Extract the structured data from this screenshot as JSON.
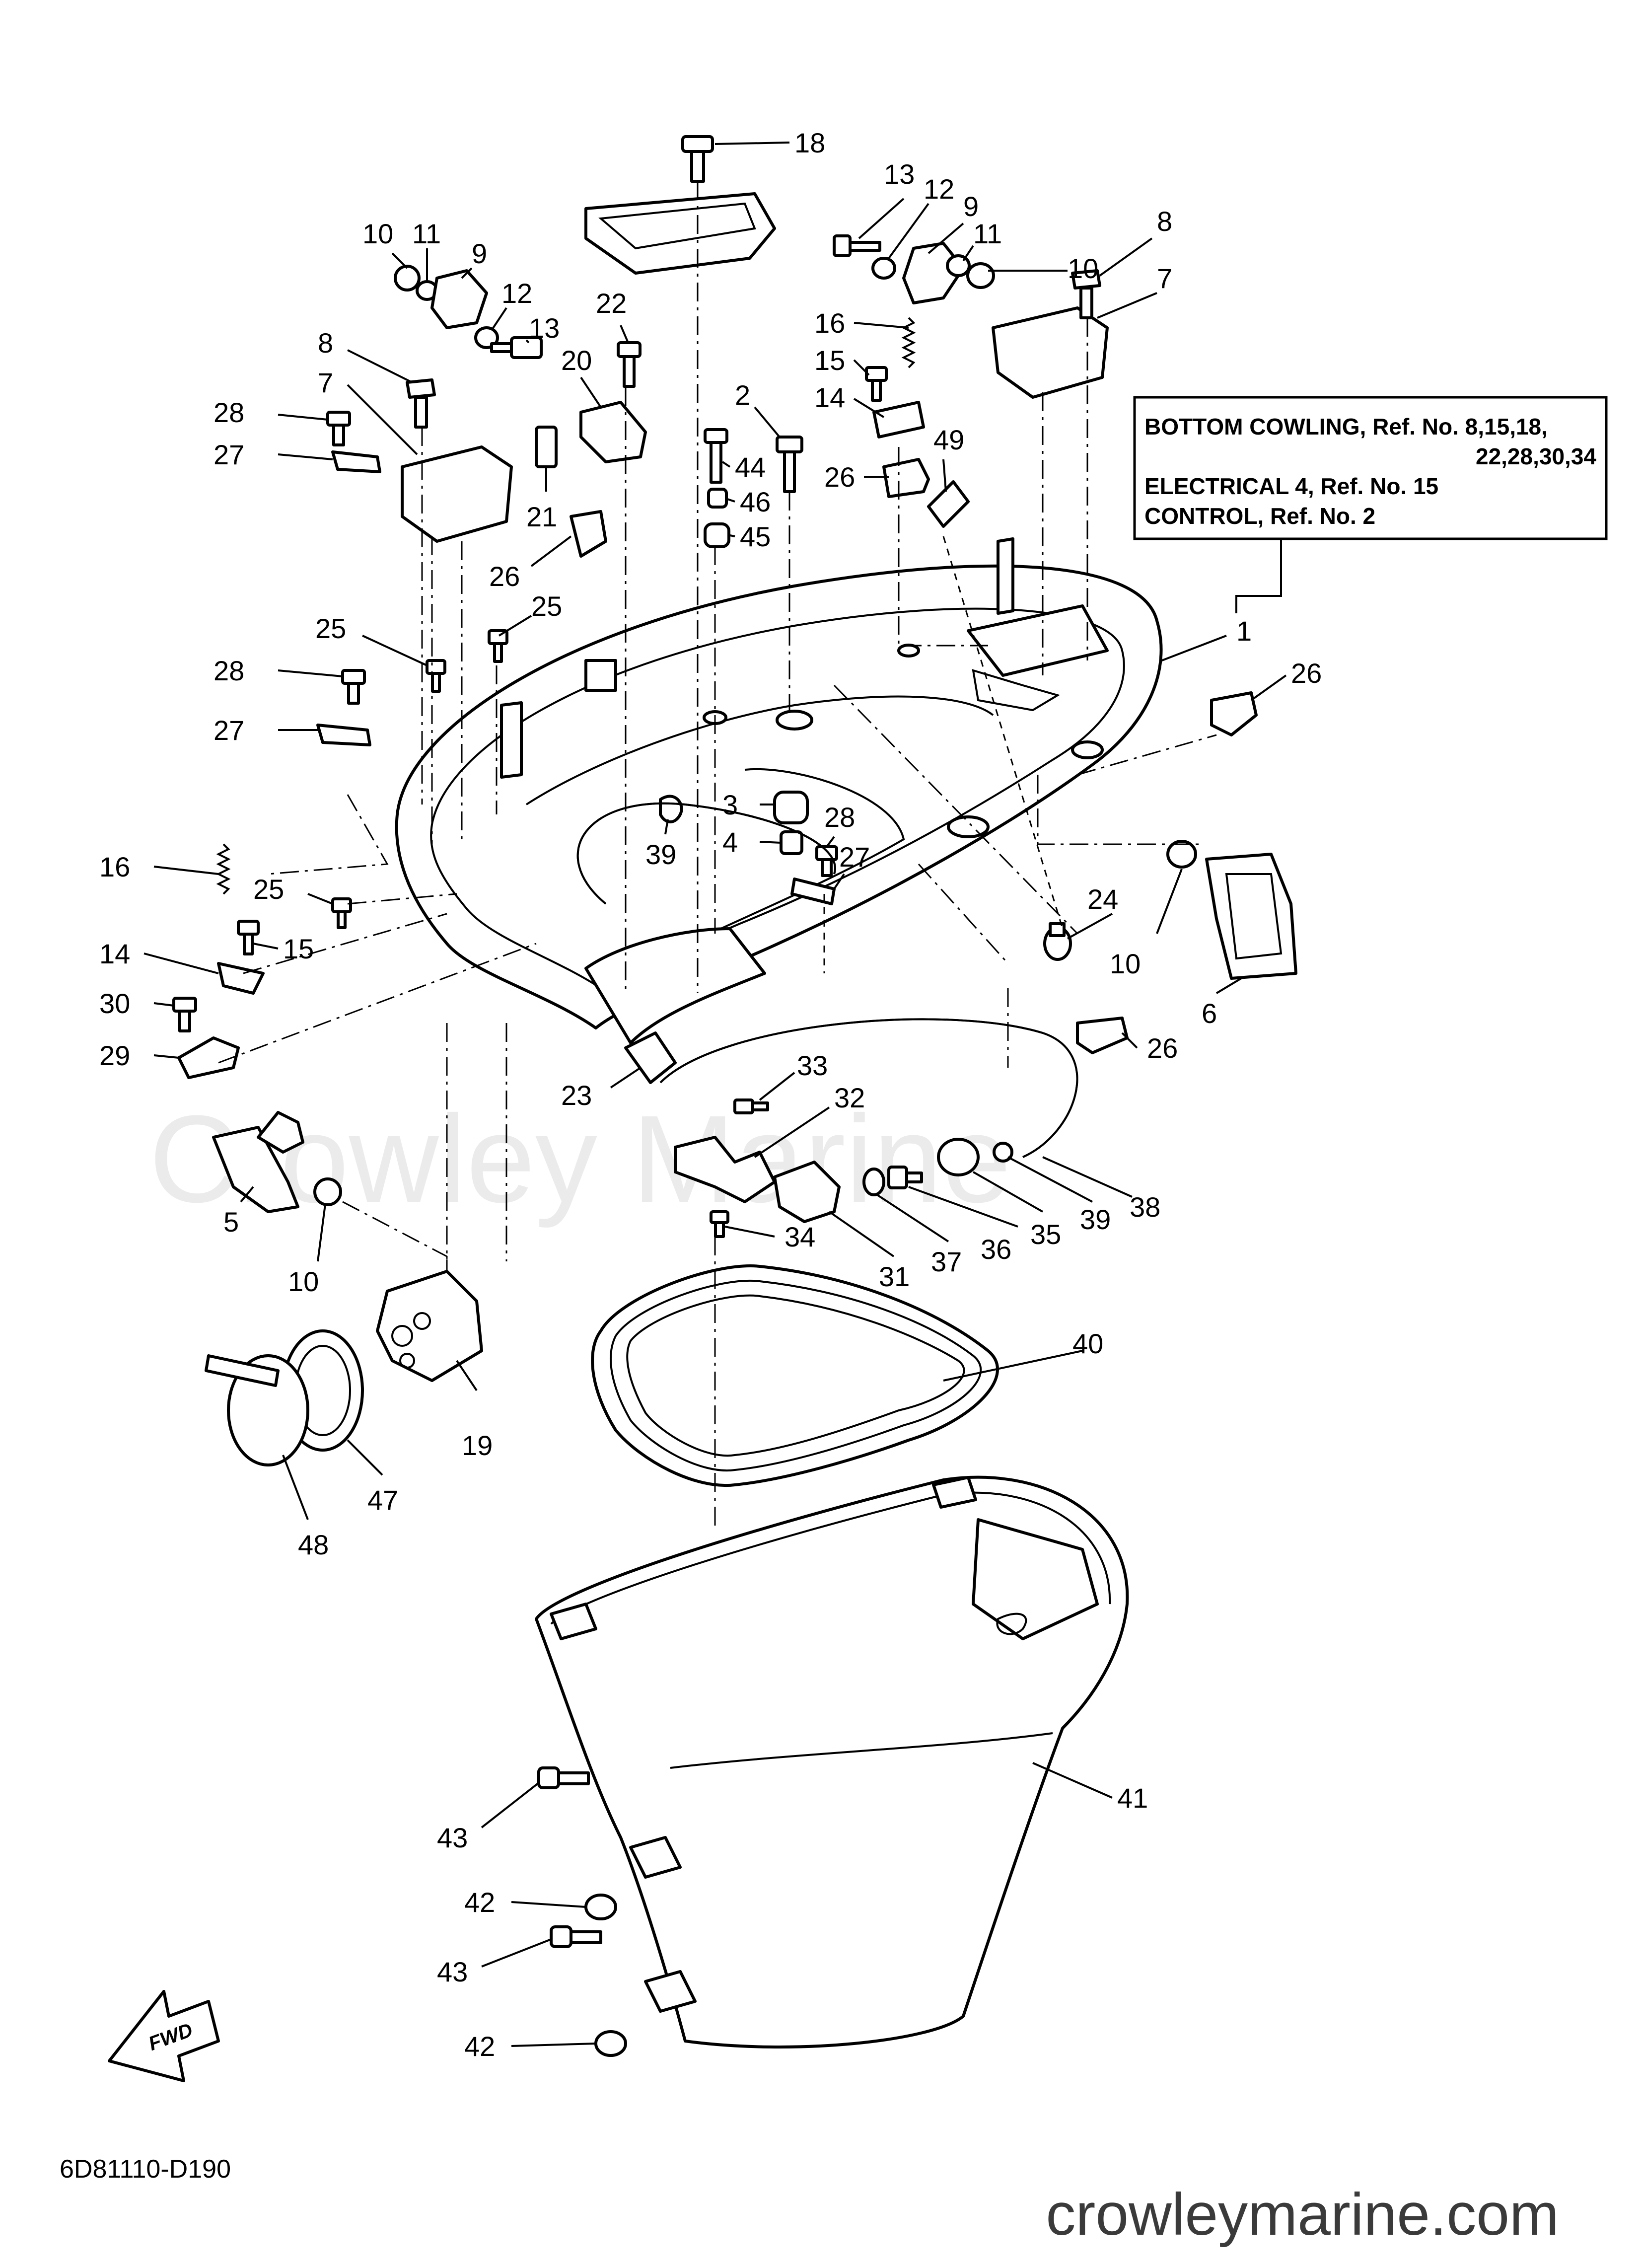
{
  "diagram": {
    "part_code": "6D81110-D190",
    "watermark": "Crowley Marine",
    "website": "crowleymarine.com",
    "fwd_label": "FWD",
    "note_lines": [
      "BOTTOM COWLING, Ref. No. 8,15,18,",
      "22,28,30,34",
      "ELECTRICAL 4, Ref. No. 15",
      "CONTROL, Ref. No. 2"
    ],
    "callouts": [
      "18",
      "13",
      "12",
      "9",
      "8",
      "10",
      "11",
      "7",
      "16",
      "15",
      "14",
      "2",
      "44",
      "46",
      "45",
      "26",
      "49",
      "10",
      "11",
      "9",
      "12",
      "13",
      "22",
      "20",
      "8",
      "7",
      "28",
      "27",
      "21",
      "26",
      "25",
      "25",
      "28",
      "27",
      "1",
      "26",
      "3",
      "28",
      "4",
      "27",
      "39",
      "16",
      "25",
      "15",
      "14",
      "30",
      "29",
      "24",
      "10",
      "6",
      "26",
      "33",
      "32",
      "23",
      "5",
      "10",
      "34",
      "31",
      "37",
      "36",
      "35",
      "39",
      "38",
      "40",
      "19",
      "47",
      "48",
      "41",
      "43",
      "42",
      "43",
      "42"
    ]
  }
}
